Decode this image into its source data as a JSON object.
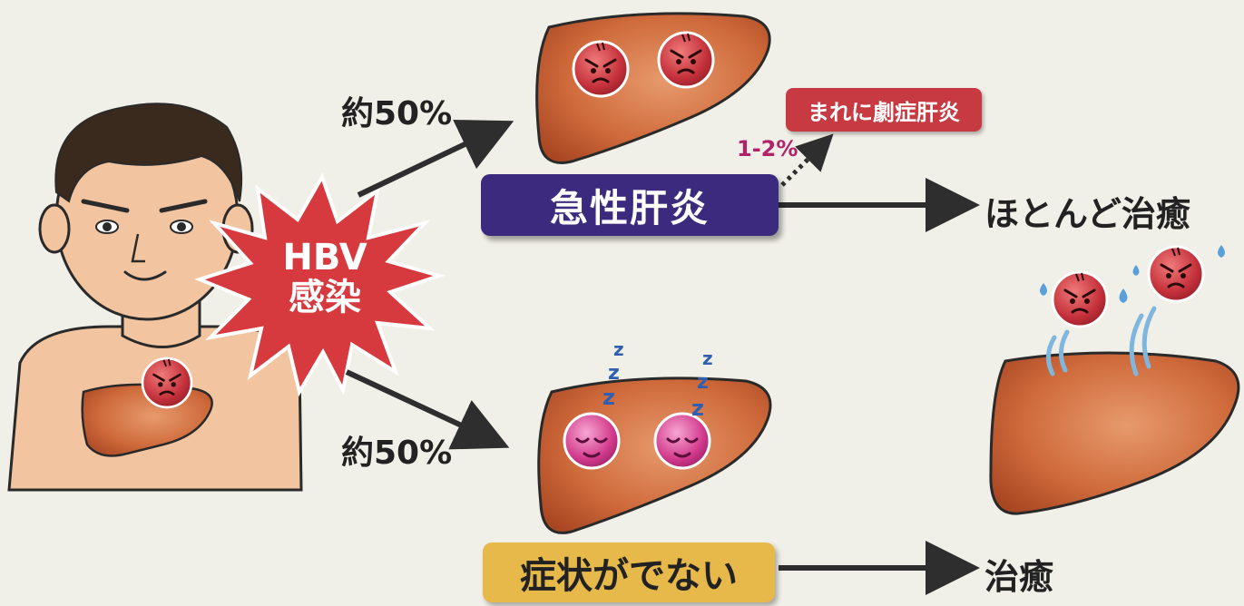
{
  "infection": {
    "line1": "HBV",
    "line2": "感染"
  },
  "paths": {
    "upper_percent": "約50%",
    "lower_percent": "約50%"
  },
  "acute": {
    "label": "急性肝炎",
    "fulminant_rate": "1-2%",
    "fulminant_label": "まれに劇症肝炎",
    "outcome": "ほとんど治癒"
  },
  "asymptomatic": {
    "label": "症状がでない",
    "outcome": "治癒"
  },
  "colors": {
    "acute_box": "#3b2a7e",
    "asymptomatic_box": "#e7b94a",
    "fulminant_box": "#c83a41",
    "liver": "#c65a2e",
    "virus": "#c4303a",
    "sleeping_virus": "#d23a8c",
    "burst": "#d63a3e"
  },
  "icons": [
    "person-icon",
    "liver-icon",
    "angry-virus-icon",
    "sleeping-virus-icon",
    "burst-icon",
    "arrow-icon",
    "sweat-drop-icon"
  ]
}
